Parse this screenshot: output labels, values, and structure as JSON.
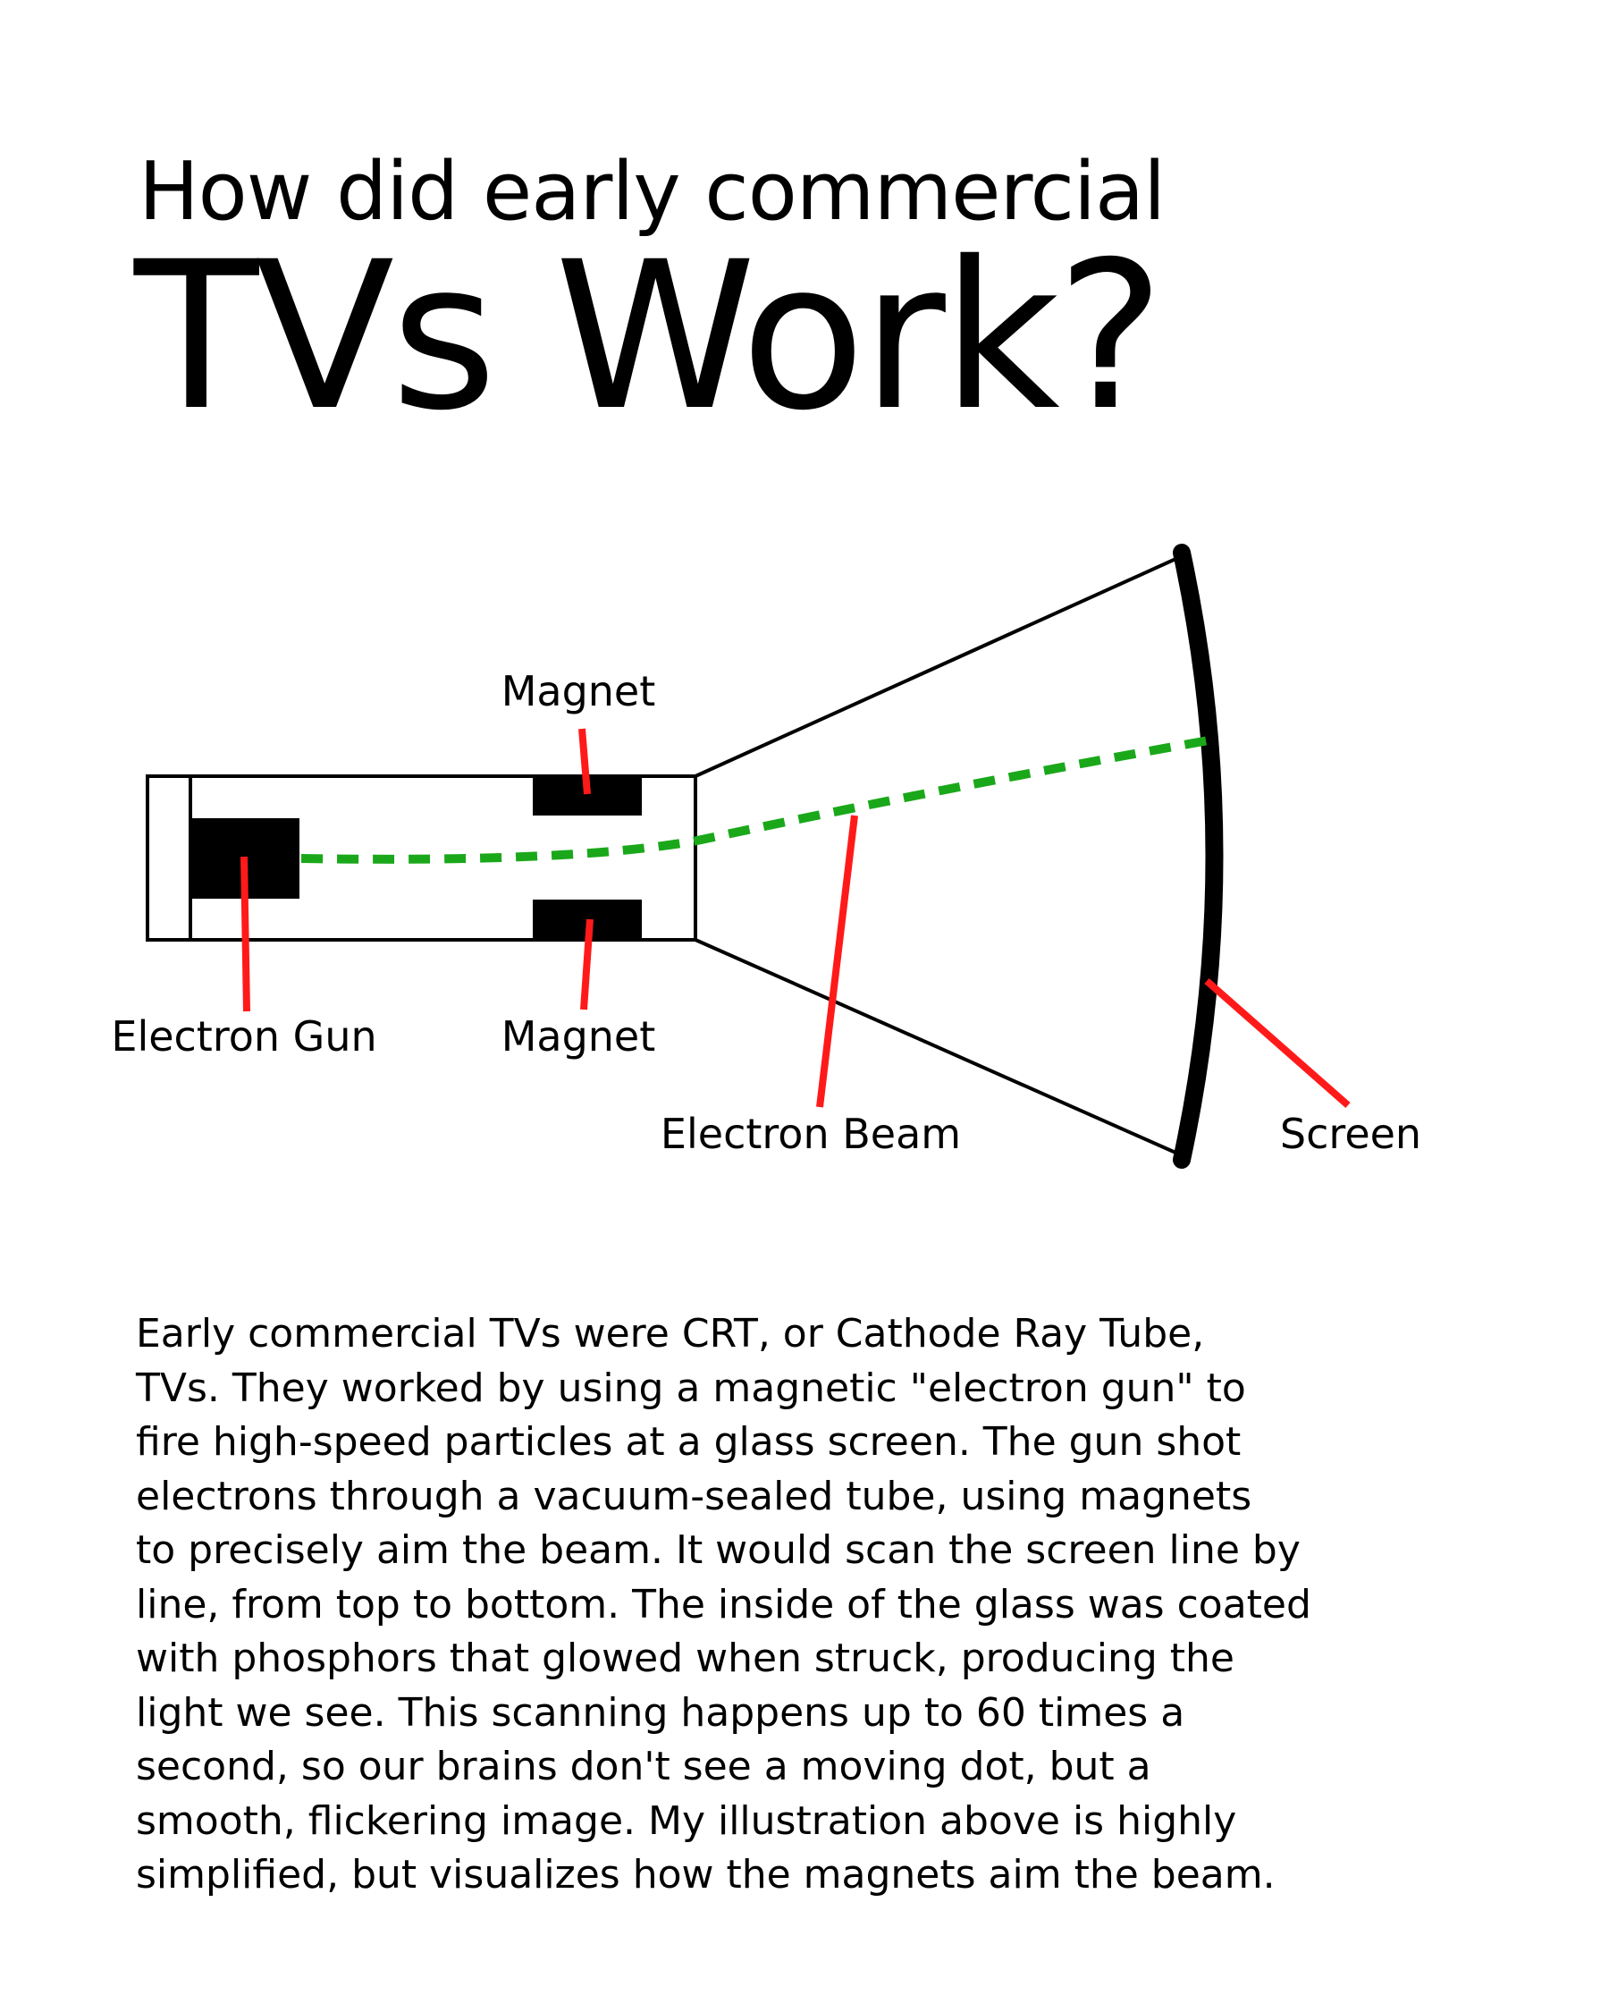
{
  "title": {
    "line1": "How did early commercial",
    "line2": "TVs Work?"
  },
  "diagram": {
    "labels": {
      "magnet_top": "Magnet",
      "magnet_bottom": "Magnet",
      "electron_gun": "Electron Gun",
      "electron_beam": "Electron Beam",
      "screen": "Screen"
    },
    "colors": {
      "outline": "#000000",
      "pointer": "#ff1a1a",
      "beam": "#1aa81a"
    }
  },
  "body": {
    "paragraph": "Early commercial TVs were CRT, or Cathode Ray Tube,\nTVs.  They worked by using a magnetic \"electron gun\" to\nfire high-speed particles at a glass screen. The gun shot\nelectrons through a vacuum-sealed tube, using magnets\nto precisely aim the beam. It would scan the screen line by\nline, from top to bottom. The inside of the glass was coated\nwith phosphors that glowed when struck, producing the\nlight we see. This scanning happens up to 60 times a\nsecond, so our brains don't see a moving dot, but a\nsmooth, flickering image. My illustration above is highly\nsimplified, but visualizes how the magnets aim the beam."
  }
}
